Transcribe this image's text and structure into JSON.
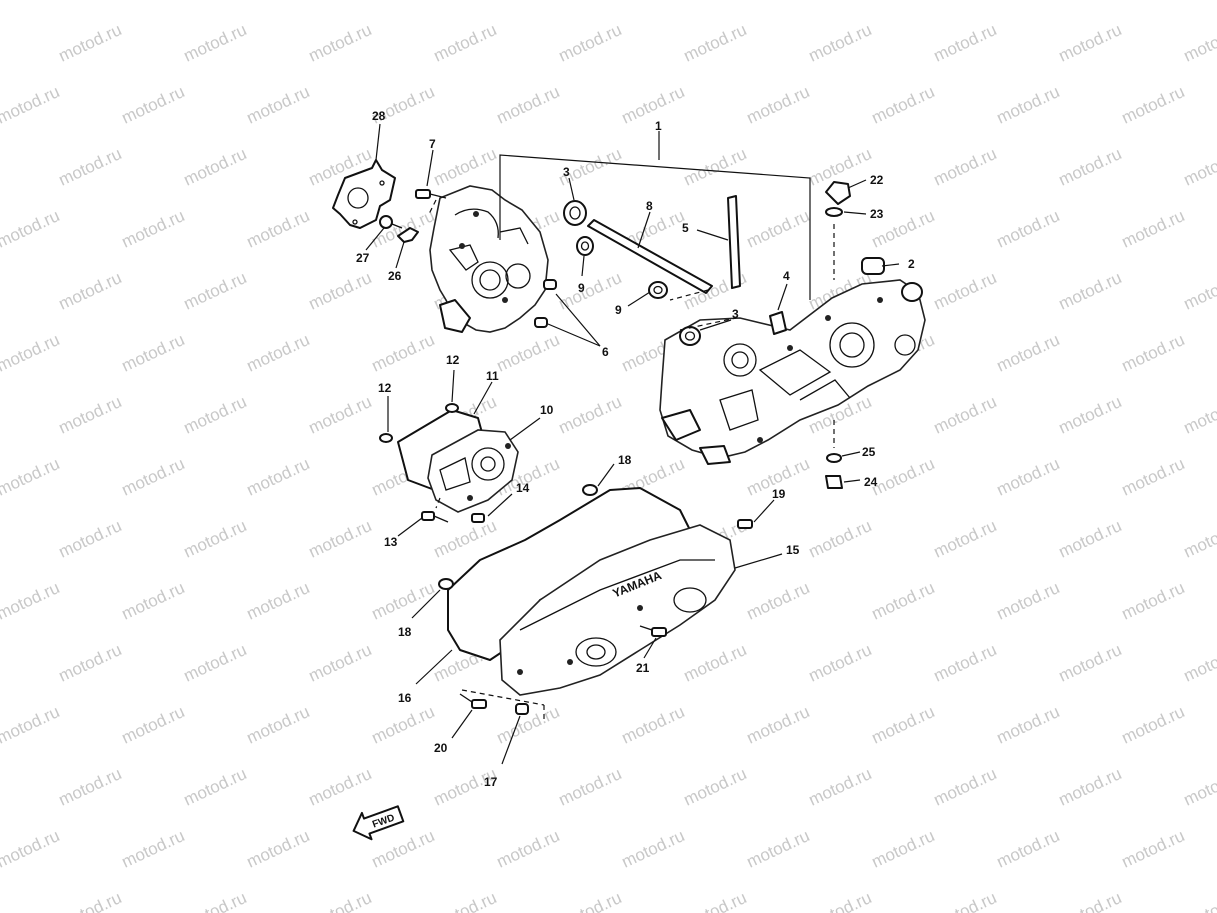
{
  "watermark": {
    "text": "motod.ru"
  },
  "callouts": [
    {
      "id": "c1",
      "label": "1"
    },
    {
      "id": "c2",
      "label": "2"
    },
    {
      "id": "c3a",
      "label": "3"
    },
    {
      "id": "c3b",
      "label": "3"
    },
    {
      "id": "c4",
      "label": "4"
    },
    {
      "id": "c5",
      "label": "5"
    },
    {
      "id": "c6",
      "label": "6"
    },
    {
      "id": "c7",
      "label": "7"
    },
    {
      "id": "c8",
      "label": "8"
    },
    {
      "id": "c9a",
      "label": "9"
    },
    {
      "id": "c9b",
      "label": "9"
    },
    {
      "id": "c10",
      "label": "10"
    },
    {
      "id": "c11",
      "label": "11"
    },
    {
      "id": "c12a",
      "label": "12"
    },
    {
      "id": "c12b",
      "label": "12"
    },
    {
      "id": "c13",
      "label": "13"
    },
    {
      "id": "c14",
      "label": "14"
    },
    {
      "id": "c15",
      "label": "15"
    },
    {
      "id": "c16",
      "label": "16"
    },
    {
      "id": "c17",
      "label": "17"
    },
    {
      "id": "c18a",
      "label": "18"
    },
    {
      "id": "c18b",
      "label": "18"
    },
    {
      "id": "c19",
      "label": "19"
    },
    {
      "id": "c20",
      "label": "20"
    },
    {
      "id": "c21",
      "label": "21"
    },
    {
      "id": "c22",
      "label": "22"
    },
    {
      "id": "c23",
      "label": "23"
    },
    {
      "id": "c24",
      "label": "24"
    },
    {
      "id": "c25",
      "label": "25"
    },
    {
      "id": "c26",
      "label": "26"
    },
    {
      "id": "c27",
      "label": "27"
    },
    {
      "id": "c28",
      "label": "28"
    }
  ],
  "forward_arrow": {
    "label": "FWD"
  },
  "cover_logo": {
    "text": "YAMAHA"
  }
}
